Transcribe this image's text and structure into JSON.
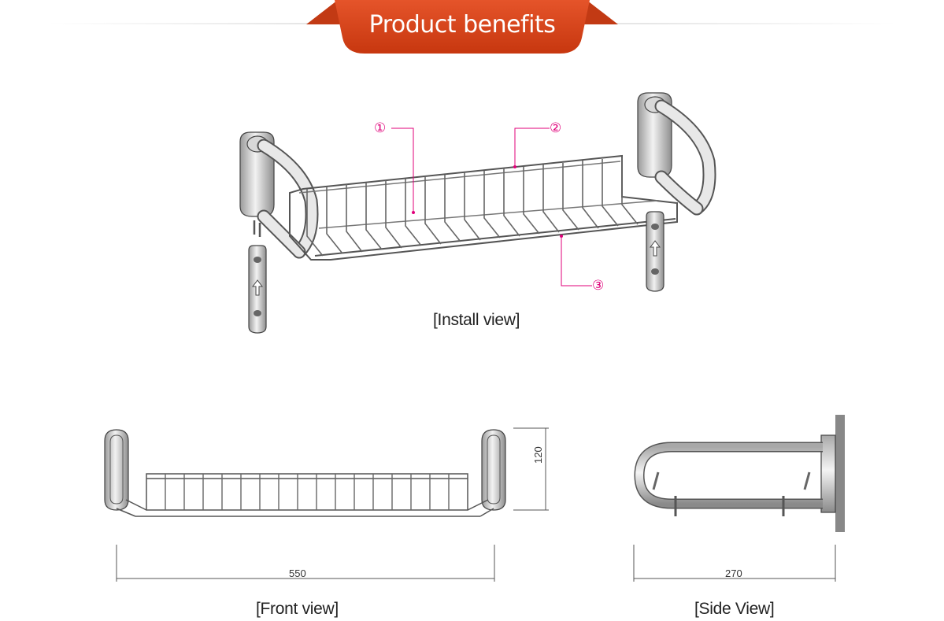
{
  "header": {
    "title": "Product benefits",
    "banner_color": "#d9441c"
  },
  "install_view": {
    "caption": "[Install view]",
    "callouts": [
      "①",
      "②",
      "③"
    ],
    "callout_color": "#e0007a"
  },
  "front_view": {
    "caption": "[Front view]",
    "width_dim": "550",
    "height_dim": "120"
  },
  "side_view": {
    "caption": "[Side View]",
    "depth_dim": "270"
  }
}
